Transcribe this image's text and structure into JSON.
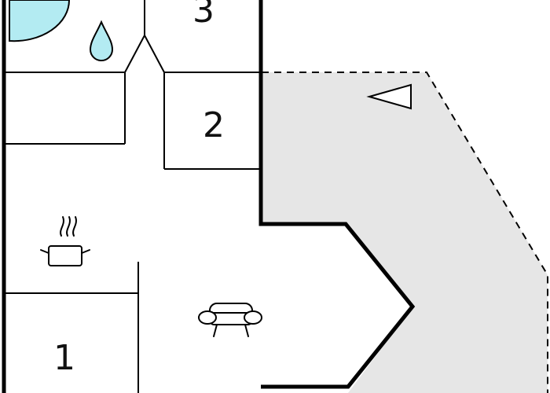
{
  "floorplan": {
    "rooms": [
      {
        "id": "room-3",
        "label": "3"
      },
      {
        "id": "room-2",
        "label": "2"
      },
      {
        "id": "room-1",
        "label": "1"
      }
    ],
    "icons": [
      {
        "name": "bath-icon"
      },
      {
        "name": "water-drop-icon"
      },
      {
        "name": "cooking-pot-icon"
      },
      {
        "name": "sofa-icon"
      },
      {
        "name": "terrace-pointer-icon"
      }
    ],
    "colors": {
      "wall": "#000000",
      "terrace_fill": "#e6e6e6",
      "water": "#b3ebf2",
      "background": "#ffffff"
    }
  }
}
